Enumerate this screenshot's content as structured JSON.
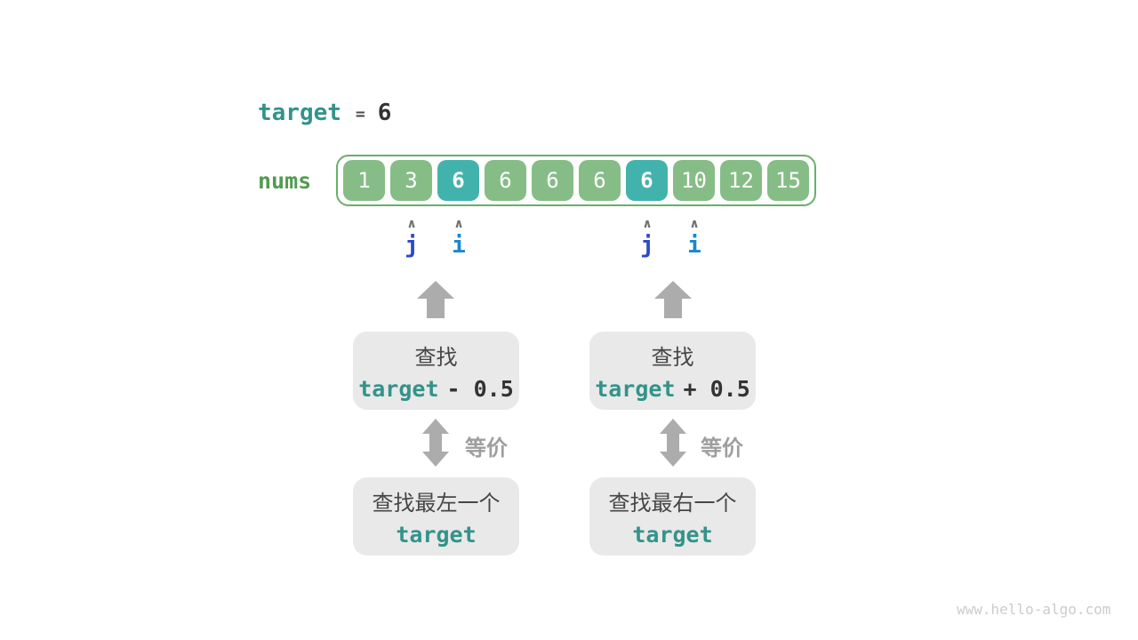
{
  "header": {
    "keyword": "target",
    "equals": "=",
    "value": "6"
  },
  "array": {
    "label": "nums",
    "cells": [
      {
        "value": "1",
        "highlight": false
      },
      {
        "value": "3",
        "highlight": false
      },
      {
        "value": "6",
        "highlight": true
      },
      {
        "value": "6",
        "highlight": false
      },
      {
        "value": "6",
        "highlight": false
      },
      {
        "value": "6",
        "highlight": false
      },
      {
        "value": "6",
        "highlight": true
      },
      {
        "value": "10",
        "highlight": false
      },
      {
        "value": "12",
        "highlight": false
      },
      {
        "value": "15",
        "highlight": false
      }
    ]
  },
  "pointers": [
    {
      "name": "j",
      "cell_index": 1
    },
    {
      "name": "i",
      "cell_index": 2
    },
    {
      "name": "j",
      "cell_index": 6
    },
    {
      "name": "i",
      "cell_index": 7
    }
  ],
  "left_column": {
    "search_box": {
      "title": "查找",
      "code_keyword": "target",
      "code_op": "- 0.5"
    },
    "equivalence_label": "等价",
    "result_box": {
      "title": "查找最左一个",
      "code_keyword": "target"
    }
  },
  "right_column": {
    "search_box": {
      "title": "查找",
      "code_keyword": "target",
      "code_op": "+ 0.5"
    },
    "equivalence_label": "等价",
    "result_box": {
      "title": "查找最右一个",
      "code_keyword": "target"
    }
  },
  "watermark": "www.hello-algo.com",
  "colors": {
    "teal-text": "#33938A",
    "green-text": "#529B52",
    "cell-green": "#86BD86",
    "cell-teal": "#42B3AC",
    "array-border": "#69AF69",
    "pointer-j": "#2A49C6",
    "pointer-i": "#1C86D1",
    "arrow-gray": "#ACACAC",
    "box-bg": "#E9E9E9",
    "box-text": "#464646",
    "code-dark": "#333333",
    "label-gray": "#9E9E9E",
    "caret-gray": "#707070",
    "watermark-gray": "#CCCCCC"
  }
}
